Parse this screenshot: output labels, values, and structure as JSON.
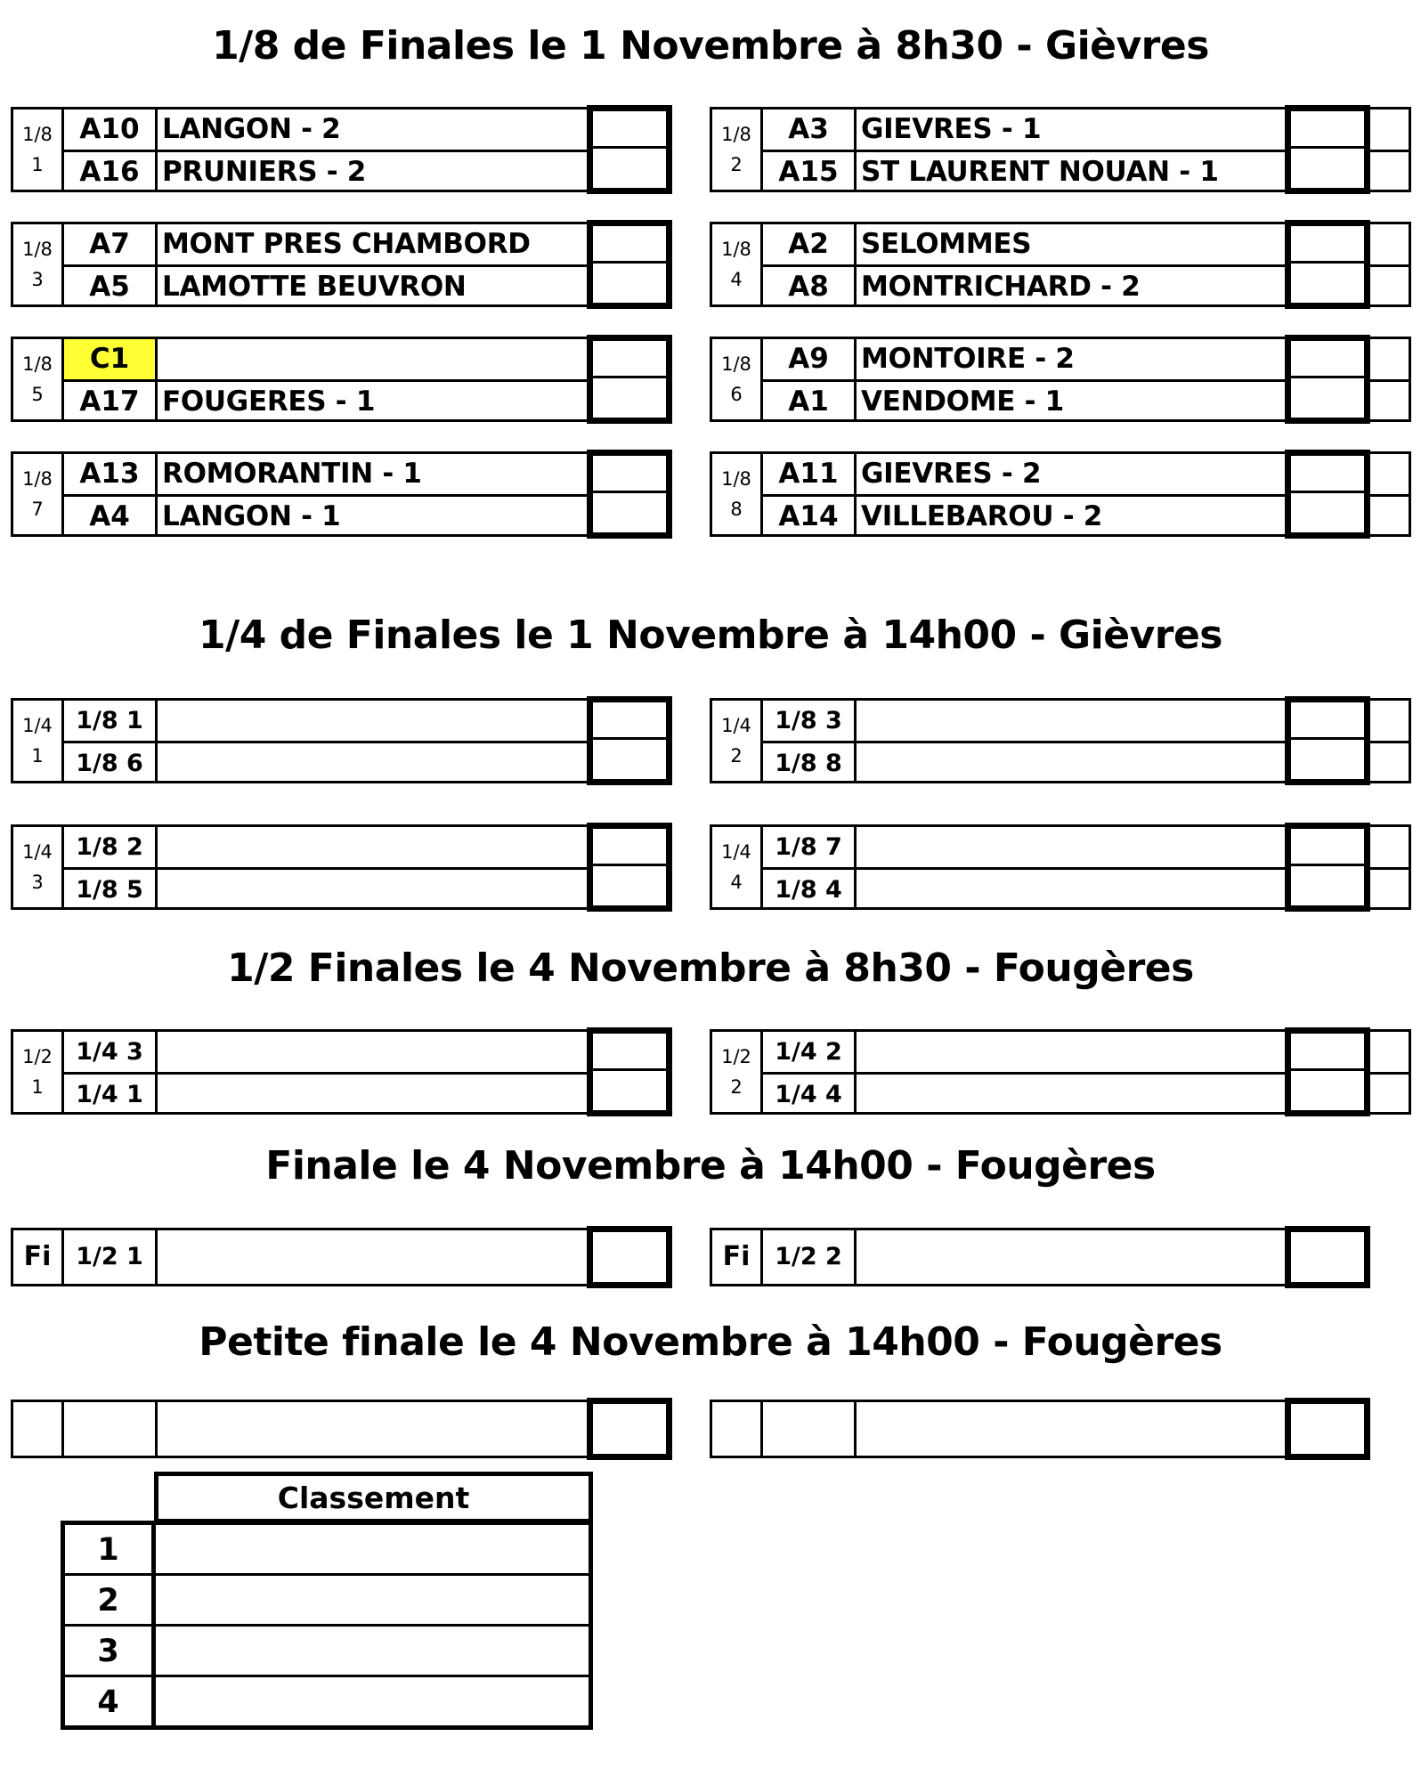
{
  "titles": {
    "eighth": "1/8 de Finales le 1 Novembre à 8h30 - Gièvres",
    "quarter": "1/4 de Finales le 1 Novembre à 14h00 - Gièvres",
    "semi": "1/2 Finales le 4 Novembre à 8h30 - Fougères",
    "final": "Finale le 4 Novembre à 14h00 - Fougères",
    "petite": "Petite finale le 4 Novembre à 14h00 - Fougères"
  },
  "eighth": [
    {
      "round": "1/8",
      "num": "1",
      "c1": "A10",
      "t1": "LANGON - 2",
      "c2": "A16",
      "t2": "PRUNIERS - 2"
    },
    {
      "round": "1/8",
      "num": "2",
      "c1": "A3",
      "t1": "GIEVRES - 1",
      "c2": "A15",
      "t2": "ST LAURENT NOUAN - 1"
    },
    {
      "round": "1/8",
      "num": "3",
      "c1": "A7",
      "t1": "MONT PRES CHAMBORD",
      "c2": "A5",
      "t2": "LAMOTTE BEUVRON"
    },
    {
      "round": "1/8",
      "num": "4",
      "c1": "A2",
      "t1": "SELOMMES",
      "c2": "A8",
      "t2": "MONTRICHARD - 2"
    },
    {
      "round": "1/8",
      "num": "5",
      "c1": "C1",
      "t1": "",
      "c2": "A17",
      "t2": "FOUGERES - 1"
    },
    {
      "round": "1/8",
      "num": "6",
      "c1": "A9",
      "t1": "MONTOIRE - 2",
      "c2": "A1",
      "t2": "VENDOME - 1"
    },
    {
      "round": "1/8",
      "num": "7",
      "c1": "A13",
      "t1": "ROMORANTIN - 1",
      "c2": "A4",
      "t2": "LANGON - 1"
    },
    {
      "round": "1/8",
      "num": "8",
      "c1": "A11",
      "t1": "GIEVRES - 2",
      "c2": "A14",
      "t2": "VILLEBAROU - 2"
    }
  ],
  "quarter": [
    {
      "round": "1/4",
      "num": "1",
      "c1": "1/8 1",
      "c2": "1/8 6"
    },
    {
      "round": "1/4",
      "num": "2",
      "c1": "1/8 3",
      "c2": "1/8 8"
    },
    {
      "round": "1/4",
      "num": "3",
      "c1": "1/8 2",
      "c2": "1/8 5"
    },
    {
      "round": "1/4",
      "num": "4",
      "c1": "1/8 7",
      "c2": "1/8 4"
    }
  ],
  "semi": [
    {
      "round": "1/2",
      "num": "1",
      "c1": "1/4 3",
      "c2": "1/4 1"
    },
    {
      "round": "1/2",
      "num": "2",
      "c1": "1/4 2",
      "c2": "1/4 4"
    }
  ],
  "final": [
    {
      "round": "Fi",
      "c1": "1/2 1"
    },
    {
      "round": "Fi",
      "c1": "1/2 2"
    }
  ],
  "classement": {
    "header": "Classement",
    "ranks": [
      "1",
      "2",
      "3",
      "4"
    ]
  }
}
